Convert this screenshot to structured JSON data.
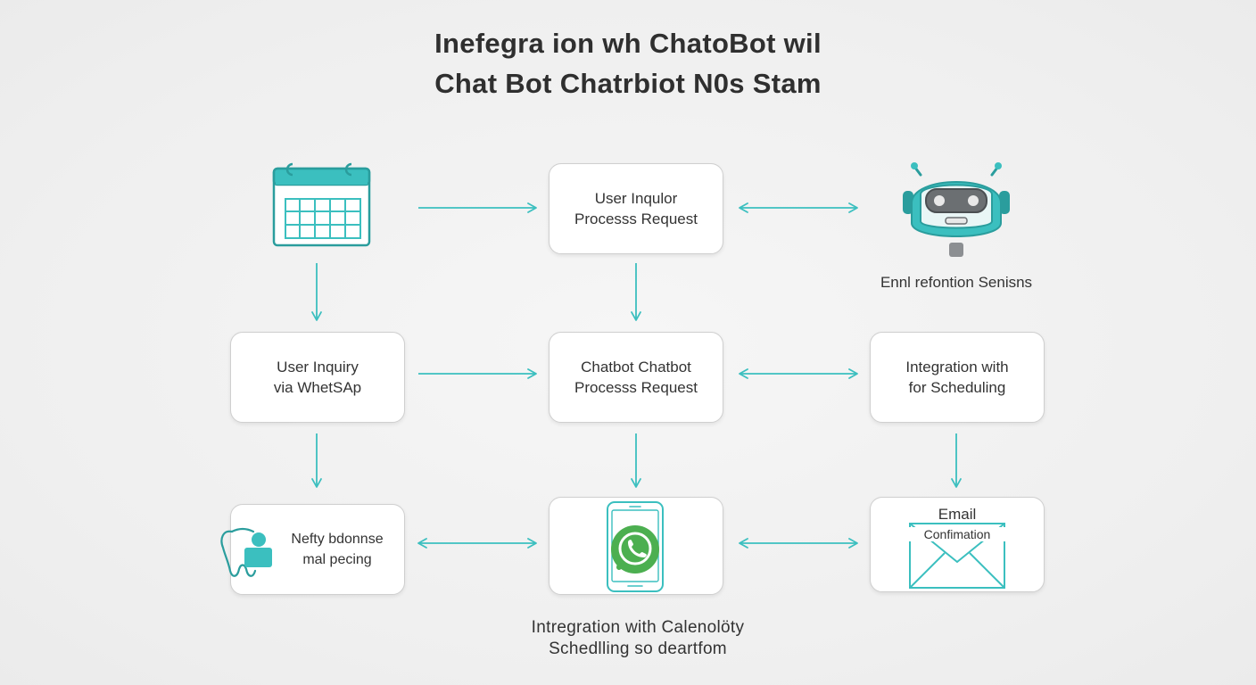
{
  "title": {
    "line1": "Inefegra ion wh ChatoBot wil",
    "line2": "Chat Bot Chatrbiot N0s Stam"
  },
  "nodes": {
    "top_center": {
      "line1": "User Inqulor",
      "line2": "Processs Request"
    },
    "mid_left": {
      "line1": "User Inquiry",
      "line2": "via WhetSAp"
    },
    "mid_center": {
      "line1": "Chatbot Chatbot",
      "line2": "Processs Request"
    },
    "mid_right": {
      "line1": "Integration with",
      "line2": "for Scheduling"
    },
    "bot_left": {
      "line1": "Nefty bdonnse",
      "line2": "mal pecing"
    },
    "bot_right": {
      "line1": "Email",
      "line2": "Confimation"
    }
  },
  "labels": {
    "robot_caption": "Ennl refontion Senisns",
    "bottom_caption_line1": "Intregration with Calenolöty",
    "bottom_caption_line2": "Schedlling so deartfom"
  },
  "icons": {
    "calendar": "calendar-icon",
    "robot": "chatbot-robot-icon",
    "whatsapp_phone": "whatsapp-phone-icon",
    "tooth_person": "tooth-person-icon",
    "envelope": "envelope-icon"
  },
  "colors": {
    "accent": "#3bbfbf",
    "accent_dark": "#2a9d9d",
    "whatsapp_green": "#4caf50",
    "node_border": "#cfcfcf"
  }
}
